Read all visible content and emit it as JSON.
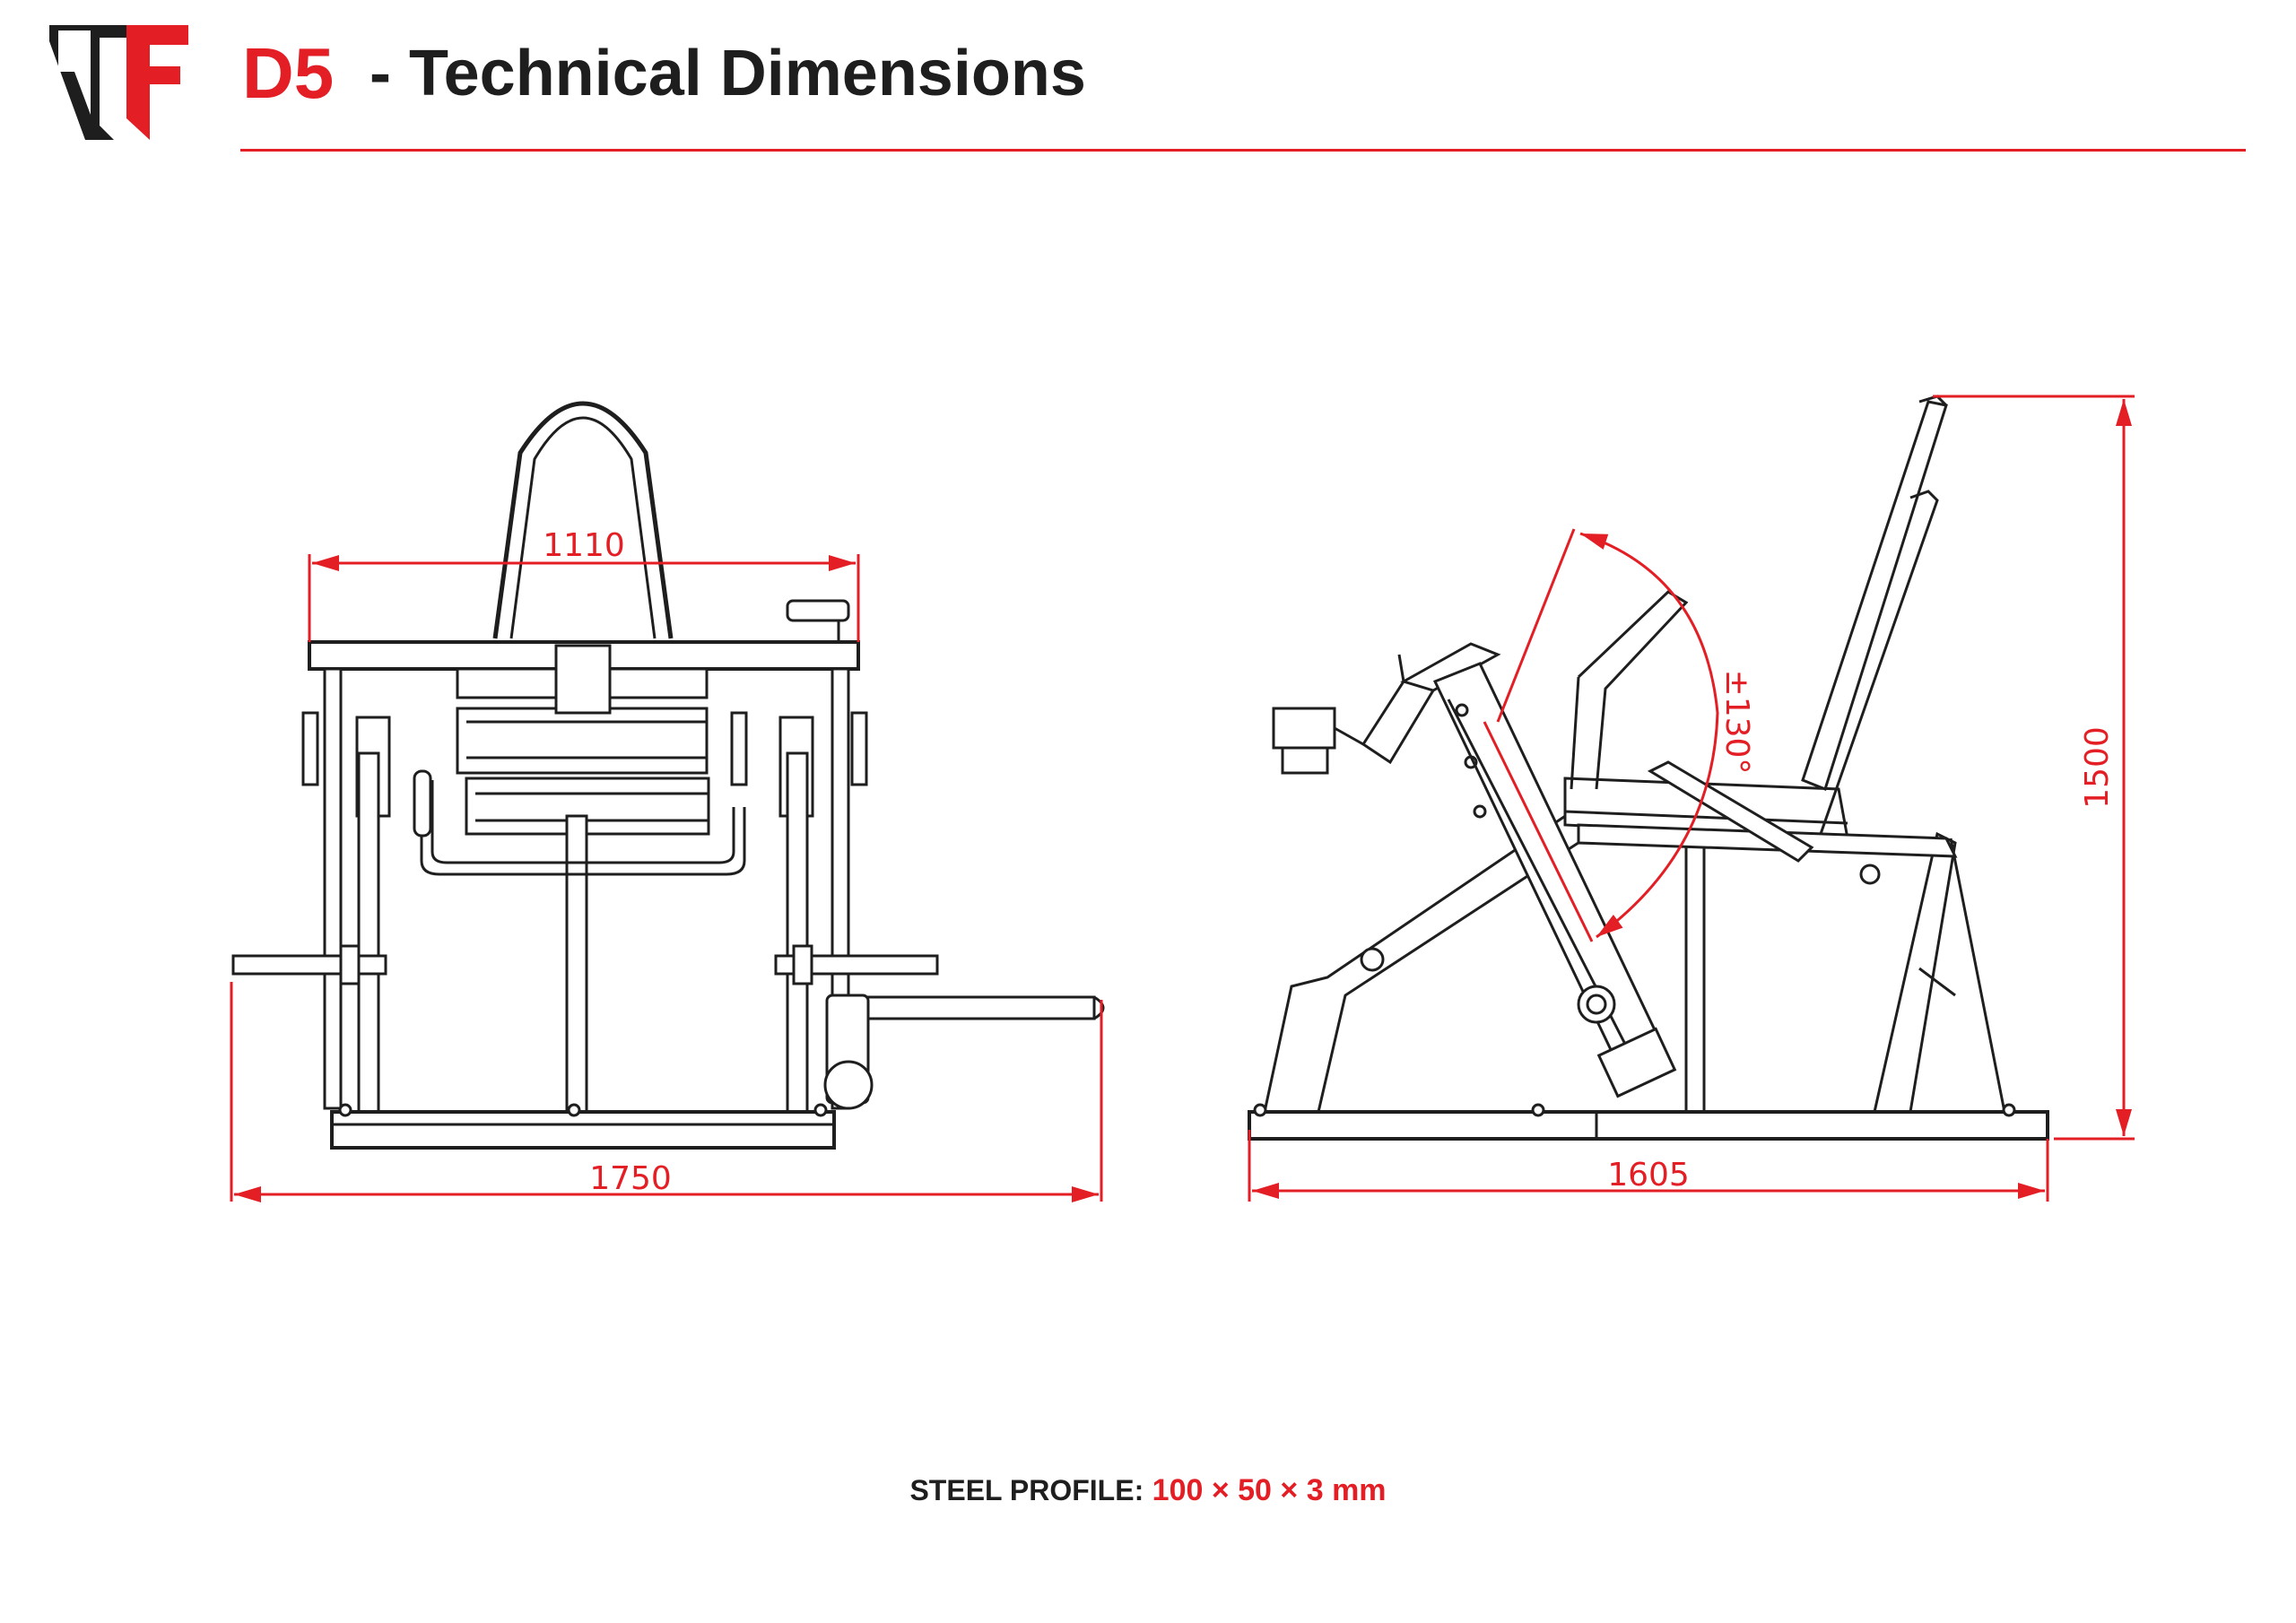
{
  "header": {
    "logo_text": "GF",
    "model": "D5",
    "title": "- Technical Dimensions"
  },
  "dimensions": {
    "front_top_width": "1110",
    "front_total_width": "1750",
    "side_total_length": "1605",
    "side_height": "1500",
    "angle": "±130°"
  },
  "footer": {
    "label": "STEEL PROFILE:",
    "value": "100 × 50 × 3 mm"
  },
  "colors": {
    "accent": "#e31e24",
    "line": "#1e1e1e",
    "background": "#ffffff"
  }
}
